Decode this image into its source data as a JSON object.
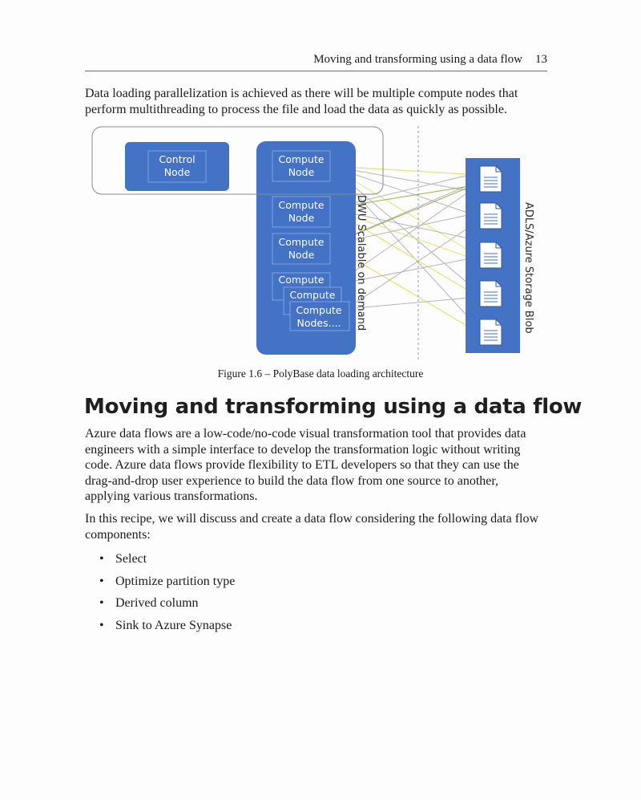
{
  "header": {
    "title": "Moving and transforming using a data flow",
    "page_number": "13"
  },
  "intro_paragraph": "Data loading parallelization is achieved as there will be multiple compute nodes that perform multithreading to process the file and load the data as quickly as possible.",
  "figure": {
    "control_node": [
      "Control",
      "Node"
    ],
    "compute_nodes": [
      [
        "Compute",
        "Node"
      ],
      [
        "Compute",
        "Node"
      ],
      [
        "Compute",
        "Node"
      ]
    ],
    "stack_labels": [
      "Compute",
      "Compute",
      "Compute",
      "Nodes...."
    ],
    "dwu_label": "DWU Scalable on demand",
    "storage_label": "ADLS/Azure Storage Blob",
    "colors": {
      "node_blue": "#4472c4",
      "inner_blue": "#5b87d6",
      "link_gray": "#b5b5b5",
      "link_yellow": "#e9e07a",
      "link_green": "#8fb84d"
    },
    "caption": "Figure 1.6 – PolyBase data loading architecture"
  },
  "section_heading": "Moving and transforming using a data flow",
  "section_paragraph_1": "Azure data flows are a low-code/no-code visual transformation tool that provides data engineers with a simple interface to develop the transformation logic without writing code. Azure data flows provide flexibility to ETL developers so that they can use the drag-and-drop user experience to build the data flow from one source to another, applying various transformations.",
  "section_paragraph_2": "In this recipe, we will discuss and create a data flow considering the following data flow components:",
  "bullet_char": "•",
  "bullets": [
    "Select",
    "Optimize partition type",
    "Derived column",
    "Sink to Azure Synapse"
  ]
}
